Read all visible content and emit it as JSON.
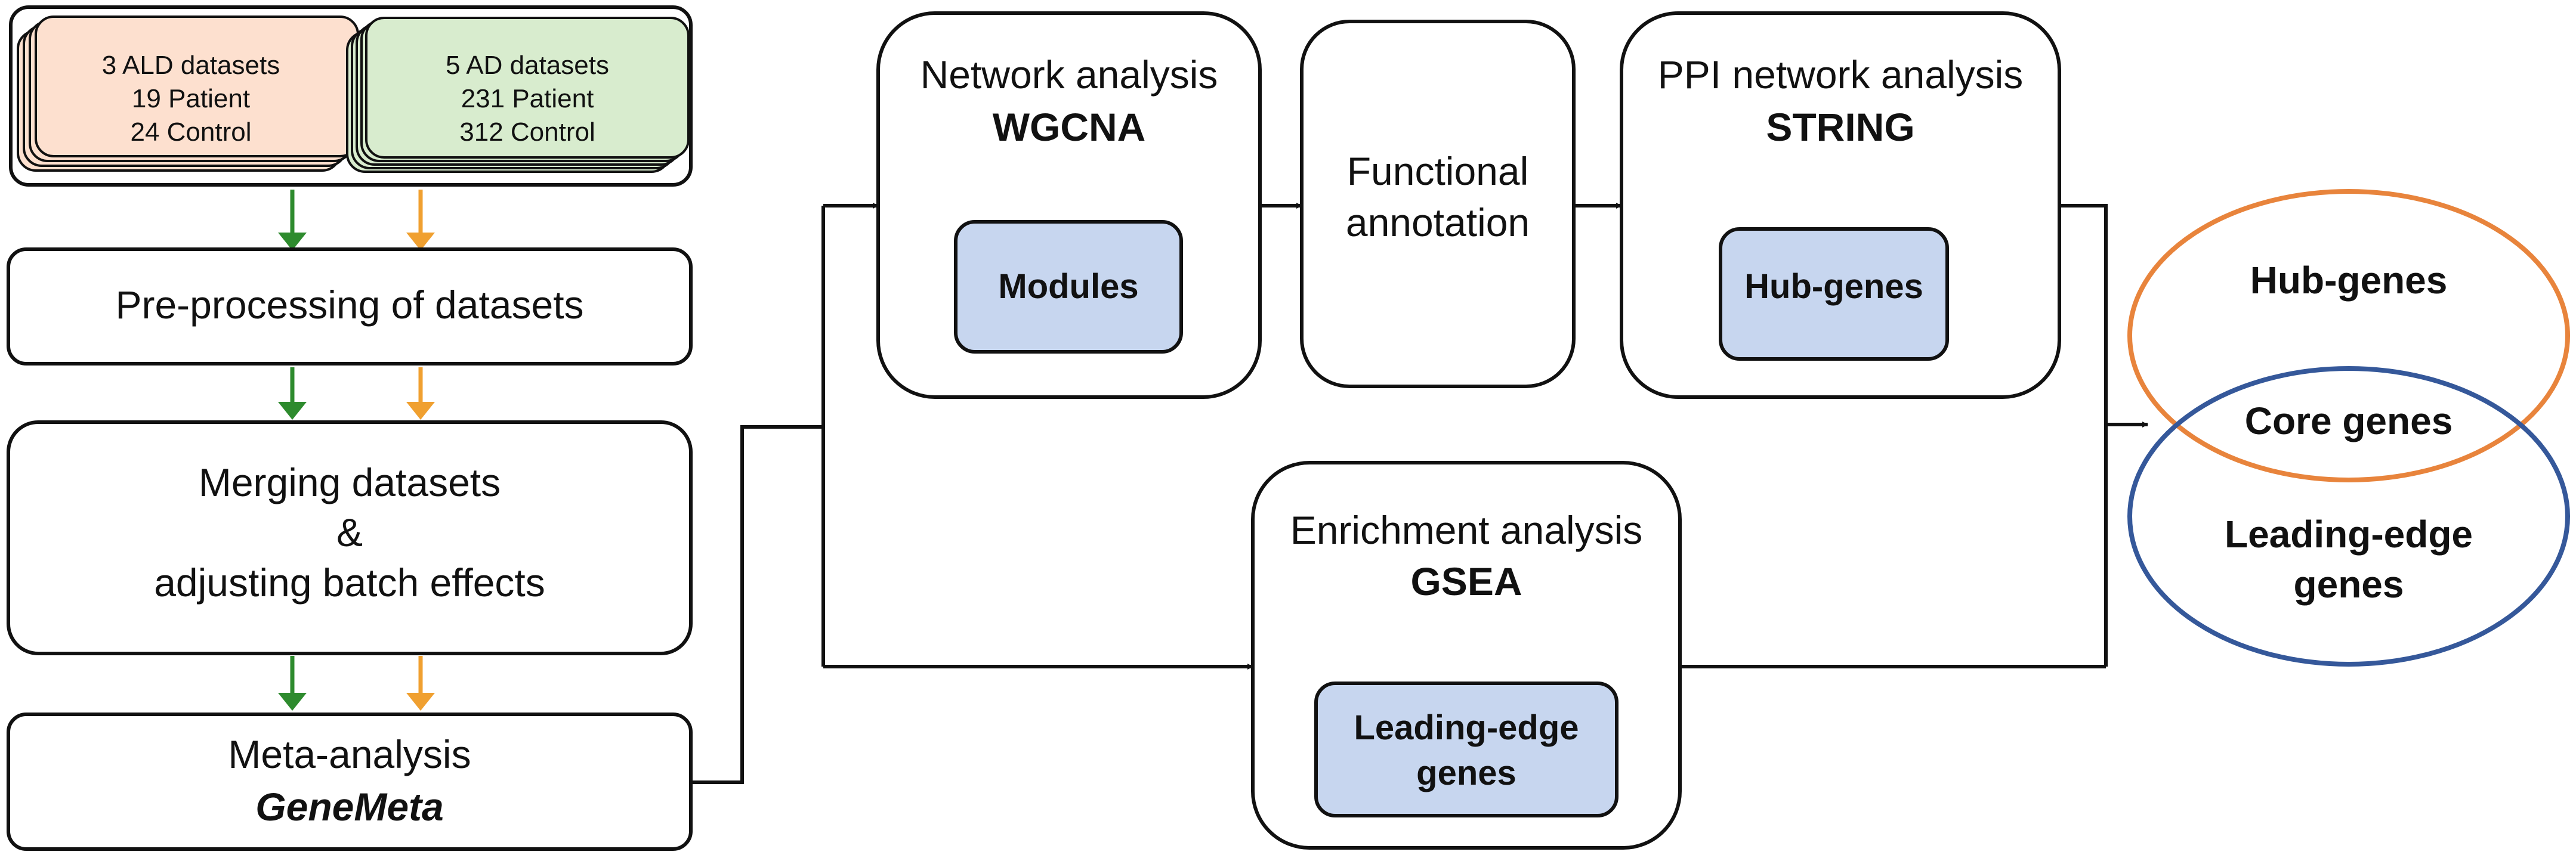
{
  "colors": {
    "ald_fill": "#fde0cf",
    "ad_fill": "#d8ecce",
    "inner_box_fill": "#c7d6ef",
    "arrow_green": "#2e8b2e",
    "arrow_orange": "#f0a030",
    "venn_orange": "#e8843c",
    "venn_blue": "#35589a",
    "stroke": "#111111"
  },
  "datasets": {
    "ald": [
      "3 ALD datasets",
      "19 Patient",
      "24 Control"
    ],
    "ad": [
      "5 AD datasets",
      "231 Patient",
      "312 Control"
    ]
  },
  "steps": {
    "preprocessing": "Pre-processing of datasets",
    "merging": [
      "Merging datasets",
      "&",
      "adjusting batch effects"
    ],
    "meta_title": "Meta-analysis",
    "meta_tool": "GeneMeta"
  },
  "network": {
    "title": "Network analysis",
    "tool": "WGCNA",
    "output": "Modules"
  },
  "functional": [
    "Functional",
    "annotation"
  ],
  "ppi": {
    "title": "PPI network analysis",
    "tool": "STRING",
    "output": "Hub-genes"
  },
  "enrichment": {
    "title": "Enrichment analysis",
    "tool": "GSEA",
    "output": [
      "Leading-edge",
      "genes"
    ]
  },
  "venn": {
    "top": "Hub-genes",
    "overlap": "Core genes",
    "bottom": [
      "Leading-edge",
      "genes"
    ]
  }
}
